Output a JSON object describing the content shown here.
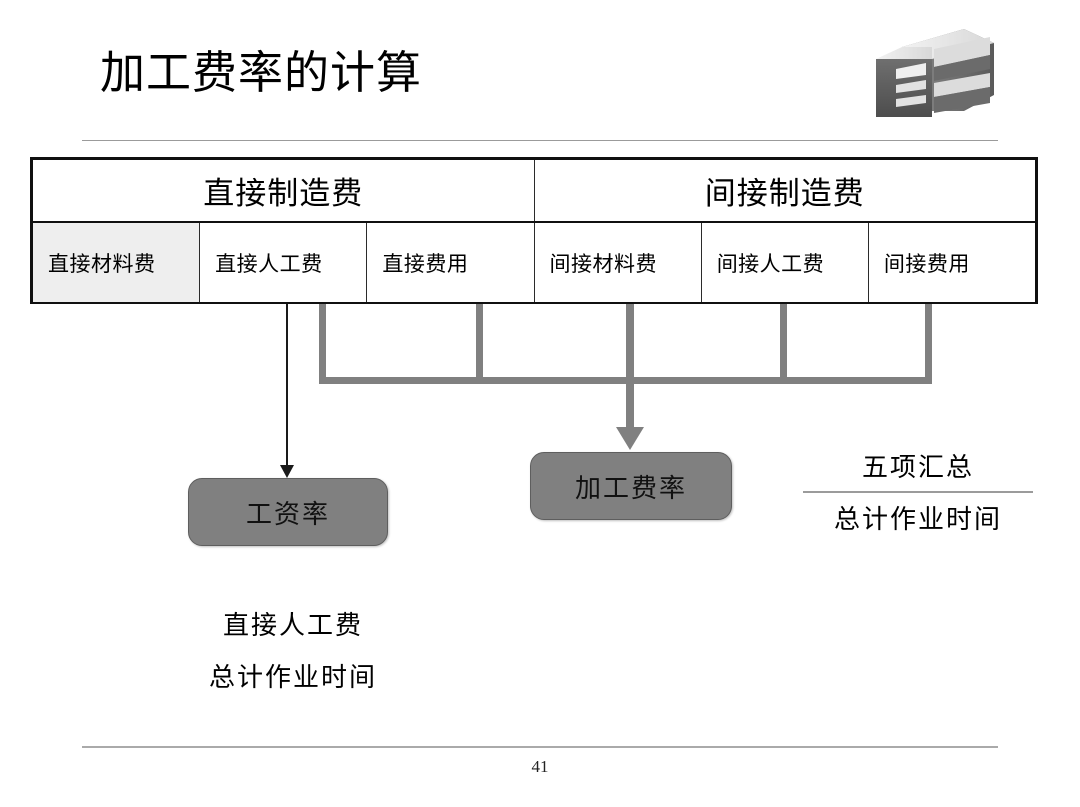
{
  "slide": {
    "title": "加工费率的计算",
    "page_number": "41",
    "logo_name": "extruded-block-logo"
  },
  "table": {
    "groups": [
      {
        "label": "直接制造费"
      },
      {
        "label": "间接制造费"
      }
    ],
    "items": [
      {
        "label": "直接材料费",
        "shaded": true
      },
      {
        "label": "直接人工费",
        "shaded": false
      },
      {
        "label": "直接费用",
        "shaded": false
      },
      {
        "label": "间接材料费",
        "shaded": false
      },
      {
        "label": "间接人工费",
        "shaded": false
      },
      {
        "label": "间接费用",
        "shaded": false
      }
    ]
  },
  "boxes": {
    "wage_rate": "工资率",
    "process_rate": "加工费率"
  },
  "formulas": {
    "process_rate": {
      "numerator": "五项汇总",
      "denominator": "总计作业时间"
    },
    "wage_rate": {
      "numerator": "直接人工费",
      "denominator": "总计作业时间"
    }
  },
  "colors": {
    "box_fill": "#808080",
    "connector": "#808080",
    "shaded_cell": "#eeeeee",
    "border": "#101010"
  }
}
